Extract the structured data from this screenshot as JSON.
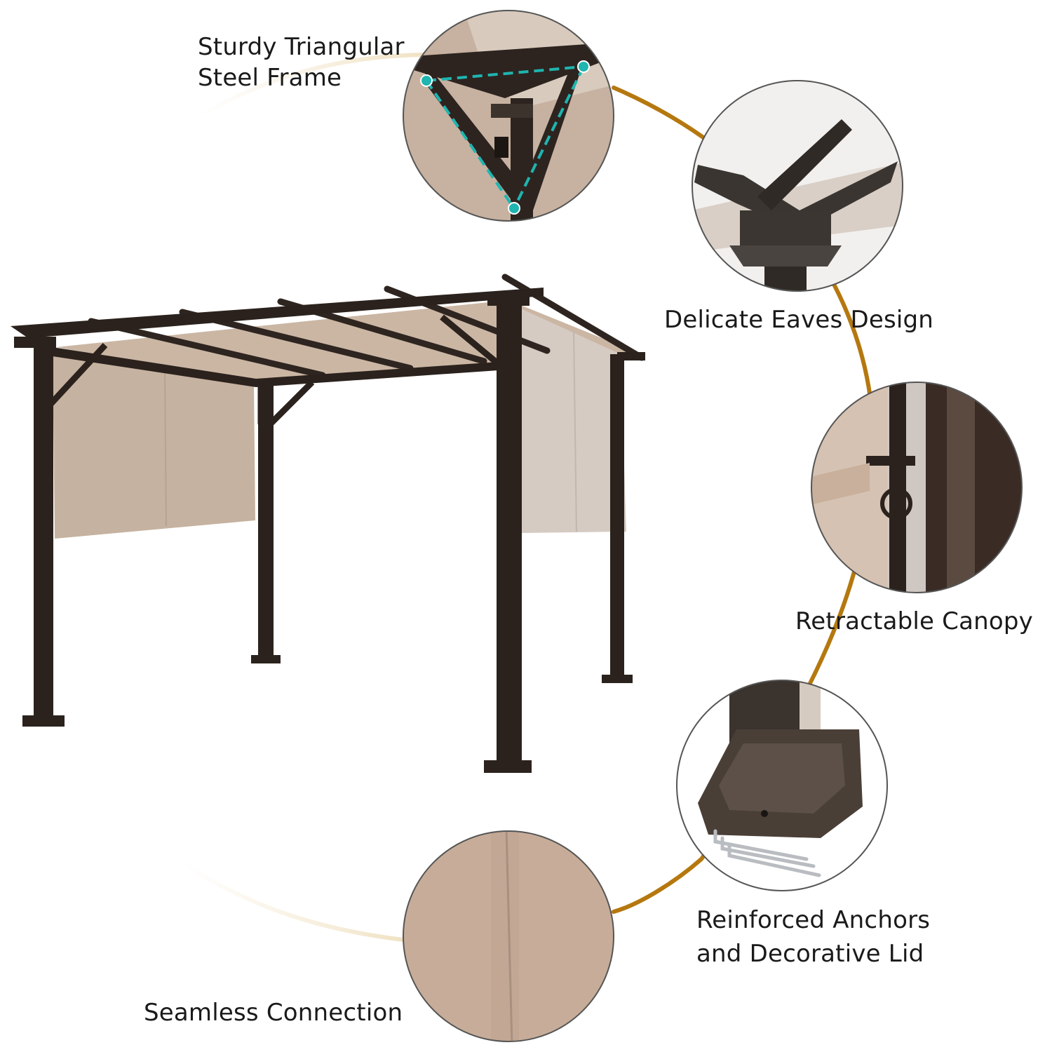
{
  "features": [
    {
      "id": "frame",
      "lines": [
        "Sturdy Triangular",
        "Steel Frame"
      ]
    },
    {
      "id": "eaves",
      "lines": [
        "Delicate Eaves Design"
      ]
    },
    {
      "id": "canopy",
      "lines": [
        "Retractable Canopy"
      ]
    },
    {
      "id": "anchors",
      "lines": [
        "Reinforced Anchors",
        "and Decorative Lid"
      ]
    },
    {
      "id": "seam",
      "lines": [
        "Seamless Connection"
      ]
    }
  ],
  "colors": {
    "arc": "#b5780f",
    "frame": "#2b221d",
    "canopy": "#cbb6a4",
    "highlight": "#1fb5b0"
  }
}
